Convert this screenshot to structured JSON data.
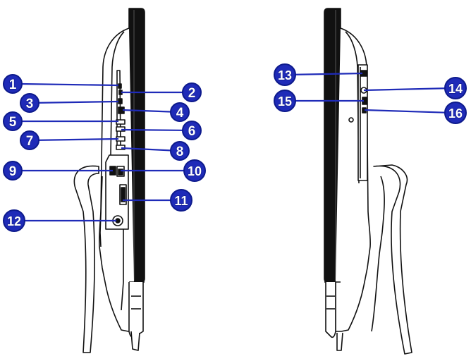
{
  "figure": {
    "views": [
      "left-side-view",
      "right-side-view"
    ],
    "colors": {
      "callout": "#1f2bb8",
      "callout_outline": "#0d1a8c",
      "line": "#1f2bb8",
      "device_fill": "#ffffff",
      "device_stroke": "#111111"
    },
    "callouts": [
      {
        "id": "callout-1",
        "label": "1"
      },
      {
        "id": "callout-2",
        "label": "2"
      },
      {
        "id": "callout-3",
        "label": "3"
      },
      {
        "id": "callout-4",
        "label": "4"
      },
      {
        "id": "callout-5",
        "label": "5"
      },
      {
        "id": "callout-6",
        "label": "6"
      },
      {
        "id": "callout-7",
        "label": "7"
      },
      {
        "id": "callout-8",
        "label": "8"
      },
      {
        "id": "callout-9",
        "label": "9"
      },
      {
        "id": "callout-10",
        "label": "10"
      },
      {
        "id": "callout-11",
        "label": "11"
      },
      {
        "id": "callout-12",
        "label": "12"
      },
      {
        "id": "callout-13",
        "label": "13"
      },
      {
        "id": "callout-14",
        "label": "14"
      },
      {
        "id": "callout-15",
        "label": "15"
      },
      {
        "id": "callout-16",
        "label": "16"
      }
    ]
  }
}
